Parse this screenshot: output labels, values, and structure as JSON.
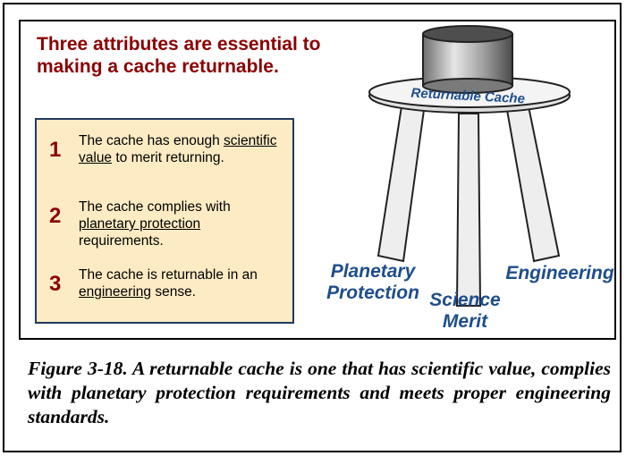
{
  "figure": {
    "heading": "Three attributes are essential to making a cache returnable.",
    "attributes": [
      {
        "number": "1",
        "pre": "The cache has enough ",
        "term": "scientific value",
        "post": " to merit returning."
      },
      {
        "number": "2",
        "pre": "The cache complies with ",
        "term": "planetary protection",
        "post": " requirements."
      },
      {
        "number": "3",
        "pre": "The cache is returnable in an ",
        "term": "engineering",
        "post": " sense."
      }
    ],
    "stool_seat_label": "Returnable Cache",
    "legs": {
      "left": [
        "Planetary",
        "Protection"
      ],
      "middle": [
        "Science",
        "Merit"
      ],
      "right": [
        "Engineering"
      ]
    }
  },
  "caption": "Figure 3-18. A returnable cache is one that has scientific value, complies with planetary protection requirements and meets proper engineering standards.",
  "colors": {
    "heading": "#8b0000",
    "box_fill": "#fdebc4",
    "box_border": "#1f3a5f",
    "leg_labels": "#1f4e8c",
    "seat_label": "#1f4e8c"
  }
}
